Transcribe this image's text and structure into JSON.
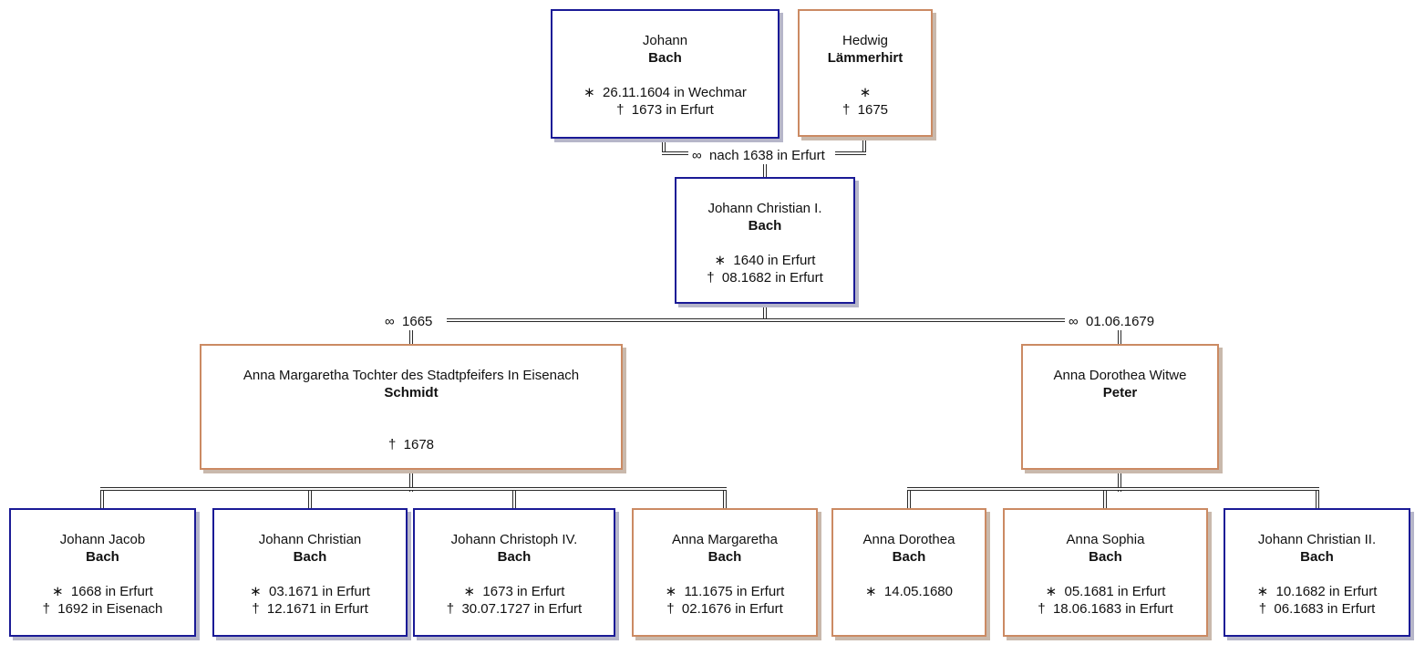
{
  "app": {
    "view": "family-tree-diagram",
    "family_name": "Bach"
  },
  "colors": {
    "male_border": "#1a1a96",
    "female_border": "#cb8a63",
    "male_shadow": "#b6b6c9",
    "female_shadow": "#c9b9ac",
    "connector": "#2a2a2a",
    "background": "#ffffff",
    "text": "#111111"
  },
  "symbols": {
    "birth": "∗",
    "death": "†",
    "marriage": "∞"
  },
  "persons": {
    "johann": {
      "sex": "male",
      "given": "Johann",
      "surname": "Bach",
      "birth": "∗  26.11.1604 in Wechmar",
      "death": "†  1673 in Erfurt"
    },
    "hedwig": {
      "sex": "female",
      "given": "Hedwig",
      "surname": "Lämmerhirt",
      "birth": "∗",
      "death": "†  1675"
    },
    "johann_christian_i": {
      "sex": "male",
      "given": "Johann Christian I.",
      "surname": "Bach",
      "birth": "∗  1640 in Erfurt",
      "death": "†  08.1682 in Erfurt"
    },
    "schmidt": {
      "sex": "female",
      "given": "Anna Margaretha Tochter des Stadtpfeifers In Eisenach",
      "surname": "Schmidt",
      "birth": "",
      "death": "†  1678"
    },
    "peter": {
      "sex": "female",
      "given": "Anna Dorothea Witwe",
      "surname": "Peter",
      "birth": "",
      "death": ""
    },
    "johann_jacob": {
      "sex": "male",
      "given": "Johann Jacob",
      "surname": "Bach",
      "birth": "∗  1668 in Erfurt",
      "death": "†  1692 in Eisenach"
    },
    "johann_christian": {
      "sex": "male",
      "given": "Johann Christian",
      "surname": "Bach",
      "birth": "∗  03.1671 in Erfurt",
      "death": "†  12.1671 in Erfurt"
    },
    "johann_christoph_iv": {
      "sex": "male",
      "given": "Johann Christoph IV.",
      "surname": "Bach",
      "birth": "∗  1673 in Erfurt",
      "death": "†  30.07.1727 in Erfurt"
    },
    "anna_margaretha": {
      "sex": "female",
      "given": "Anna Margaretha",
      "surname": "Bach",
      "birth": "∗  11.1675 in Erfurt",
      "death": "†  02.1676 in Erfurt"
    },
    "anna_dorothea": {
      "sex": "female",
      "given": "Anna Dorothea",
      "surname": "Bach",
      "birth": "∗  14.05.1680",
      "death": ""
    },
    "anna_sophia": {
      "sex": "female",
      "given": "Anna Sophia",
      "surname": "Bach",
      "birth": "∗  05.1681 in Erfurt",
      "death": "†  18.06.1683 in Erfurt"
    },
    "johann_christian_ii": {
      "sex": "male",
      "given": "Johann Christian II.",
      "surname": "Bach",
      "birth": "∗  10.1682 in Erfurt",
      "death": "†  06.1683 in Erfurt"
    }
  },
  "marriages": {
    "m1": {
      "label": "∞  nach 1638 in Erfurt"
    },
    "m2": {
      "label": "∞  1665"
    },
    "m3": {
      "label": "∞  01.06.1679"
    }
  }
}
